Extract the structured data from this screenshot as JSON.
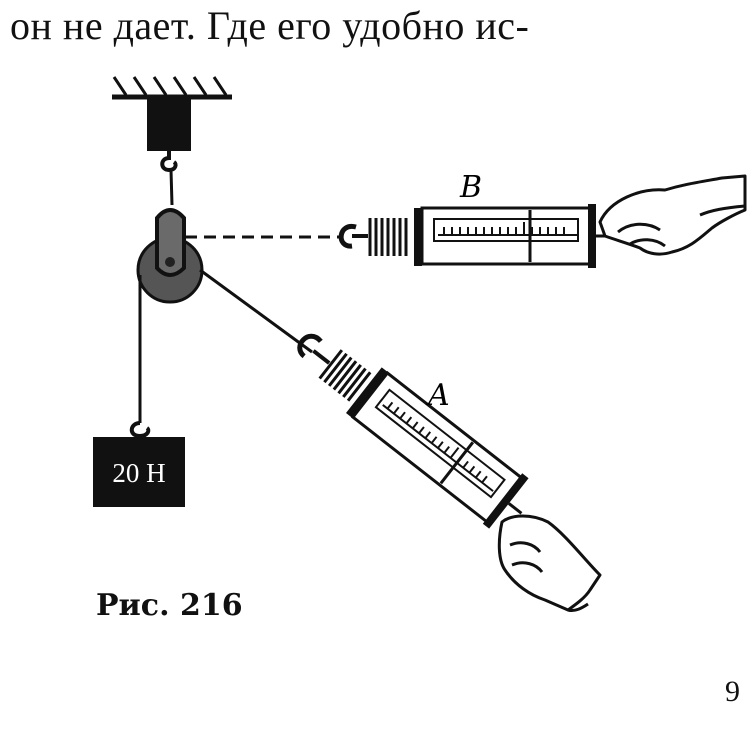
{
  "text": {
    "top_line": "он не дает. Где его удобно ис-",
    "caption": "Рис. 216",
    "page_number": "9"
  },
  "figure": {
    "label_b": "B",
    "label_a": "A",
    "weight_label": "20 Н"
  }
}
